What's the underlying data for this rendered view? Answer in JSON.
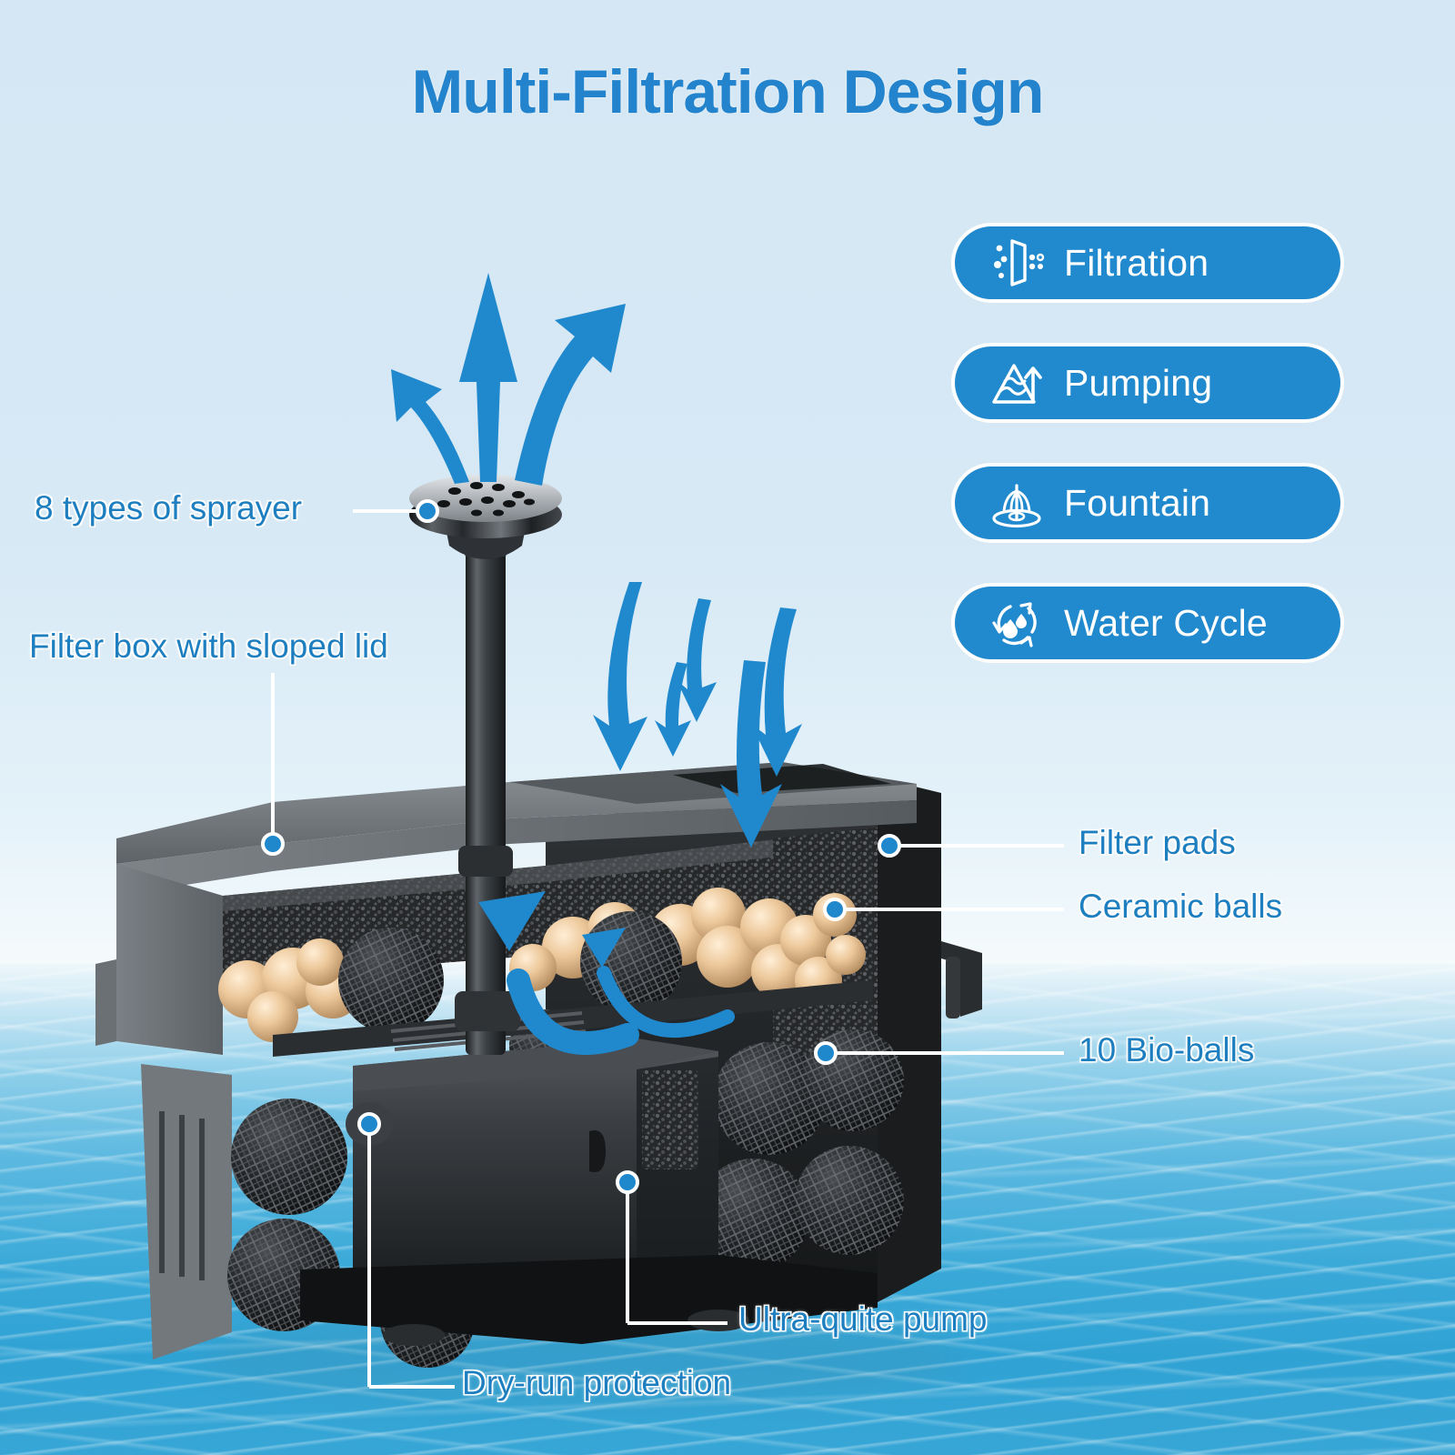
{
  "title": "Multi-Filtration Design",
  "colors": {
    "accent": "#2189ce",
    "label_text": "#1e7fc0",
    "title": "#2384cd",
    "arrow": "#2089ce",
    "pill_bg": "#2189ce",
    "pill_text": "#ffffff",
    "sky": "#d6e8f5",
    "sea": "#2fa2d4",
    "ceramic_ball": "#e8c79a",
    "housing_grey": "#6f7479",
    "housing_dark": "#26282b"
  },
  "features": [
    {
      "label": "Filtration",
      "icon": "filtration-icon"
    },
    {
      "label": "Pumping",
      "icon": "pumping-icon"
    },
    {
      "label": "Fountain",
      "icon": "fountain-icon"
    },
    {
      "label": "Water Cycle",
      "icon": "water-cycle-icon"
    }
  ],
  "callouts": {
    "sprayer": {
      "label": "8 types of sprayer"
    },
    "filter_box": {
      "label": "Filter box with sloped lid"
    },
    "filter_pads": {
      "label": "Filter pads"
    },
    "ceramic_balls": {
      "label": "Ceramic balls"
    },
    "bio_balls": {
      "label": "10 Bio-balls"
    },
    "pump": {
      "label": "Ultra-quite pump"
    },
    "dry_run": {
      "label": "Dry-run protection"
    }
  }
}
